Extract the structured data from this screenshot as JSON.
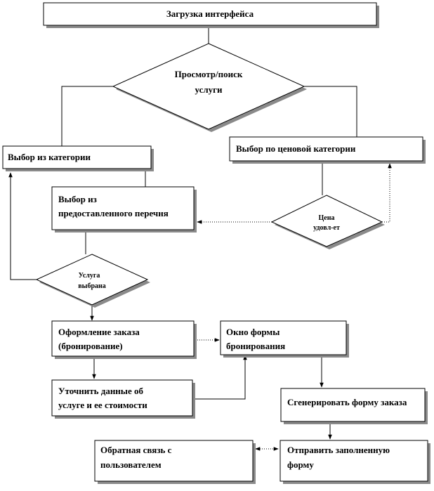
{
  "nodes": {
    "load_interface": "Загрузка интерфейса",
    "view_search": [
      "Просмотр/поиск",
      "услуги"
    ],
    "choose_category": "Выбор из категории",
    "choose_price_category": "Выбор по ценовой категории",
    "choose_from_list": [
      "Выбор из",
      "предоставленного перечня"
    ],
    "price_ok": [
      "Цена",
      "удовл-ет"
    ],
    "service_selected": [
      "Услуга",
      "выбрана"
    ],
    "place_order": [
      "Оформление заказа",
      "(бронирование)"
    ],
    "booking_form_window": [
      "Окно формы",
      "бронирования"
    ],
    "clarify_service": [
      "Уточнить данные об",
      "услуге  и ее стоимости"
    ],
    "generate_order_form": "Сгенерировать форму заказа",
    "user_feedback": [
      "Обратная связь с",
      "пользователем"
    ],
    "send_form": [
      "Отправить заполненную",
      "форму"
    ]
  }
}
